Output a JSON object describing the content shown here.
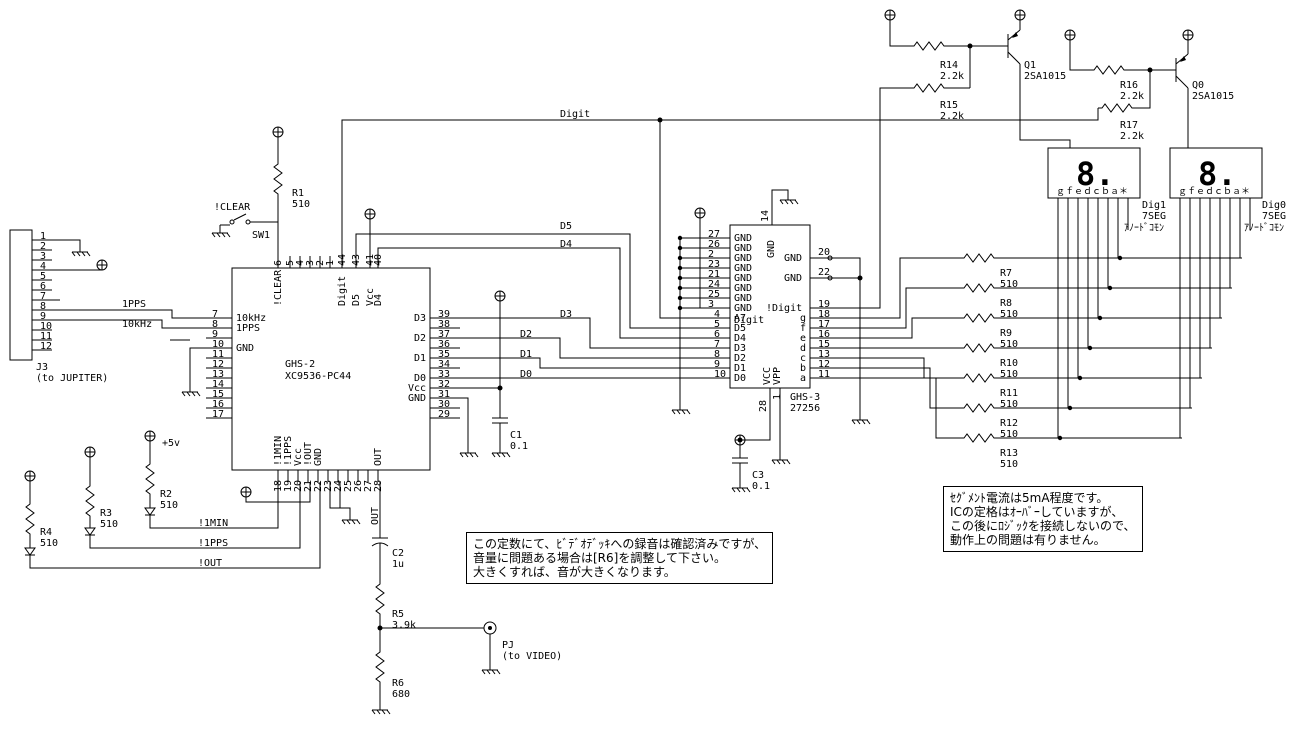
{
  "j3": {
    "ref": "J3",
    "desc": "(to JUPITER)",
    "pins": [
      "1",
      "2",
      "3",
      "4",
      "5",
      "6",
      "7",
      "8",
      "9",
      "10",
      "11",
      "12"
    ],
    "sig_1pps": "1PPS",
    "sig_10khz": "10kHz"
  },
  "ghs2": {
    "ref": "GHS-2",
    "part": "XC9536-PC44",
    "left_pins": [
      {
        "num": "7",
        "name": "10kHz"
      },
      {
        "num": "8",
        "name": "1PPS"
      },
      {
        "num": "9",
        "name": ""
      },
      {
        "num": "10",
        "name": "GND"
      },
      {
        "num": "11",
        "name": ""
      },
      {
        "num": "12",
        "name": ""
      },
      {
        "num": "13",
        "name": ""
      },
      {
        "num": "14",
        "name": ""
      },
      {
        "num": "15",
        "name": ""
      },
      {
        "num": "16",
        "name": ""
      },
      {
        "num": "17",
        "name": ""
      }
    ],
    "top_pins": [
      {
        "num": "6",
        "name": "!CLEAR"
      },
      {
        "num": "5",
        "name": ""
      },
      {
        "num": "4",
        "name": ""
      },
      {
        "num": "3",
        "name": ""
      },
      {
        "num": "2",
        "name": ""
      },
      {
        "num": "1",
        "name": ""
      },
      {
        "num": "44",
        "name": "Digit"
      },
      {
        "num": "43",
        "name": "D5"
      },
      {
        "num": "41",
        "name": "Vcc"
      },
      {
        "num": "40",
        "name": "D4"
      }
    ],
    "right_pins": [
      {
        "num": "39",
        "name": "D3"
      },
      {
        "num": "38",
        "name": ""
      },
      {
        "num": "37",
        "name": "D2"
      },
      {
        "num": "36",
        "name": ""
      },
      {
        "num": "35",
        "name": "D1"
      },
      {
        "num": "34",
        "name": ""
      },
      {
        "num": "33",
        "name": "D0"
      },
      {
        "num": "32",
        "name": "Vcc"
      },
      {
        "num": "31",
        "name": "GND"
      },
      {
        "num": "30",
        "name": ""
      },
      {
        "num": "29",
        "name": ""
      }
    ],
    "bottom_pins": [
      {
        "num": "18",
        "name": "!1MIN"
      },
      {
        "num": "19",
        "name": "!1PPS"
      },
      {
        "num": "20",
        "name": "Vcc"
      },
      {
        "num": "21",
        "name": "!OUT"
      },
      {
        "num": "22",
        "name": "GND"
      },
      {
        "num": "23",
        "name": ""
      },
      {
        "num": "24",
        "name": ""
      },
      {
        "num": "25",
        "name": ""
      },
      {
        "num": "26",
        "name": ""
      },
      {
        "num": "27",
        "name": ""
      },
      {
        "num": "28",
        "name": "OUT"
      }
    ]
  },
  "ghs3": {
    "ref": "GHS-3",
    "part": "27256",
    "left_gnd_pins": [
      "27",
      "26",
      "2",
      "23",
      "21",
      "24",
      "25",
      "3"
    ],
    "gnd_label": "GND",
    "left_data_pins": [
      {
        "num": "4",
        "name": "A7"
      },
      {
        "num": "5",
        "name": "D5"
      },
      {
        "num": "6",
        "name": "D4"
      },
      {
        "num": "7",
        "name": "D3"
      },
      {
        "num": "8",
        "name": "D2"
      },
      {
        "num": "9",
        "name": "D1"
      },
      {
        "num": "10",
        "name": "D0"
      }
    ],
    "digit_label": "Digit",
    "top_pin": {
      "num": "14",
      "name": "GND"
    },
    "right_gnd_pins": [
      {
        "num": "20",
        "name": "GND"
      },
      {
        "num": "22",
        "name": "GND"
      }
    ],
    "right_pins": [
      {
        "num": "19",
        "name": "!Digit"
      },
      {
        "num": "18",
        "name": "g"
      },
      {
        "num": "17",
        "name": "f"
      },
      {
        "num": "16",
        "name": "e"
      },
      {
        "num": "15",
        "name": "d"
      },
      {
        "num": "13",
        "name": "c"
      },
      {
        "num": "12",
        "name": "b"
      },
      {
        "num": "11",
        "name": "a"
      }
    ],
    "bottom_pins": [
      {
        "num": "28",
        "name": "Vcc"
      },
      {
        "num": "1",
        "name": "Vpp"
      }
    ],
    "bottom_names": [
      "VCC",
      "VPP"
    ]
  },
  "nets": {
    "digit": "Digit",
    "d5": "D5",
    "d4": "D4",
    "d3": "D3",
    "d2": "D2",
    "d1": "D1",
    "d0": "D0",
    "n1min": "!1MIN",
    "n1pps": "!1PPS",
    "nout": "!OUT",
    "out": "OUT",
    "plus5v": "+5v"
  },
  "sw1": {
    "ref": "SW1",
    "label": "!CLEAR"
  },
  "resistors": {
    "r1": {
      "ref": "R1",
      "value": "510"
    },
    "r2": {
      "ref": "R2",
      "value": "510"
    },
    "r3": {
      "ref": "R3",
      "value": "510"
    },
    "r4": {
      "ref": "R4",
      "value": "510"
    },
    "r5": {
      "ref": "R5",
      "value": "3.9k"
    },
    "r6": {
      "ref": "R6",
      "value": "680"
    },
    "r7": {
      "ref": "R7",
      "value": "510"
    },
    "r8": {
      "ref": "R8",
      "value": "510"
    },
    "r9": {
      "ref": "R9",
      "value": "510"
    },
    "r10": {
      "ref": "R10",
      "value": "510"
    },
    "r11": {
      "ref": "R11",
      "value": "510"
    },
    "r12": {
      "ref": "R12",
      "value": "510"
    },
    "r13": {
      "ref": "R13",
      "value": "510"
    },
    "r14": {
      "ref": "R14",
      "value": "2.2k"
    },
    "r15": {
      "ref": "R15",
      "value": "2.2k"
    },
    "r16": {
      "ref": "R16",
      "value": "2.2k"
    },
    "r17": {
      "ref": "R17",
      "value": "2.2k"
    }
  },
  "caps": {
    "c1": {
      "ref": "C1",
      "value": "0.1"
    },
    "c2": {
      "ref": "C2",
      "value": "1u"
    },
    "c3": {
      "ref": "C3",
      "value": "0.1"
    }
  },
  "transistors": {
    "q1": {
      "ref": "Q1",
      "part": "2SA1015"
    },
    "q0": {
      "ref": "Q0",
      "part": "2SA1015"
    }
  },
  "displays": {
    "dig1": {
      "ref": "Dig1",
      "type": "7SEG",
      "common": "ｱﾉｰﾄﾞｺﾓﾝ",
      "glyph": "8.",
      "seg_labels": "ｇｆｅｄｃｂａ＊"
    },
    "dig0": {
      "ref": "Dig0",
      "type": "7SEG",
      "common": "ｱﾉｰﾄﾞｺﾓﾝ",
      "glyph": "8.",
      "seg_labels": "ｇｆｅｄｃｂａ＊"
    }
  },
  "pj": {
    "ref": "PJ",
    "desc": "(to VIDEO)"
  },
  "notes": {
    "recording": [
      "この定数にて、ﾋﾞﾃﾞｵﾃﾞｯｷへの録音は確認済みですが、",
      "音量に問題ある場合は[R6]を調整して下さい。",
      "大きくすれば、音が大きくなります。"
    ],
    "segment": [
      "ｾｸﾞﾒﾝﾄ電流は5mA程度です。",
      "ICの定格はｵｰﾊﾞｰしていますが、",
      "この後にﾛｼﾞｯｸを接続しないので、",
      "動作上の問題は有りません。"
    ]
  }
}
